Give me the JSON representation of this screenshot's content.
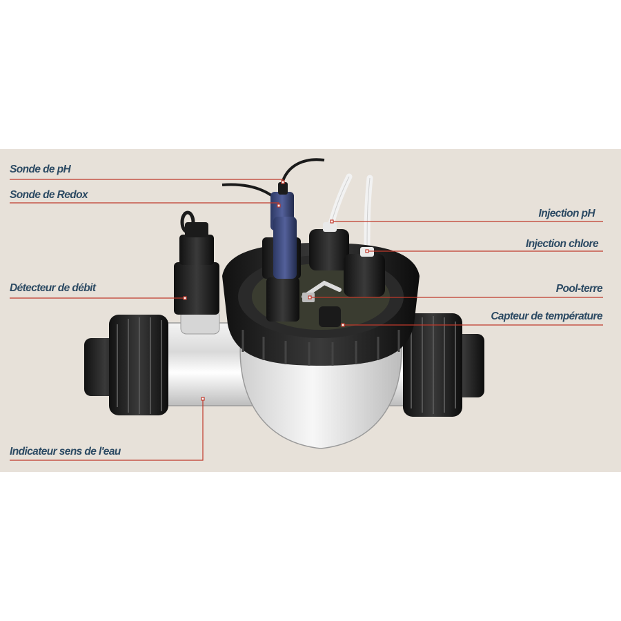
{
  "labels": {
    "sonde_ph": "Sonde de pH",
    "sonde_redox": "Sonde de Redox",
    "detecteur_debit": "Détecteur de débit",
    "indicateur_sens": "Indicateur sens de l'eau",
    "injection_ph": "Injection pH",
    "injection_chlore": "Injection chlore",
    "pool_terre": "Pool-terre",
    "capteur_temperature": "Capteur de température"
  },
  "colors": {
    "background_panel": "#e7e1d9",
    "label_text": "#2c4a63",
    "leader_line": "#c0392b"
  }
}
